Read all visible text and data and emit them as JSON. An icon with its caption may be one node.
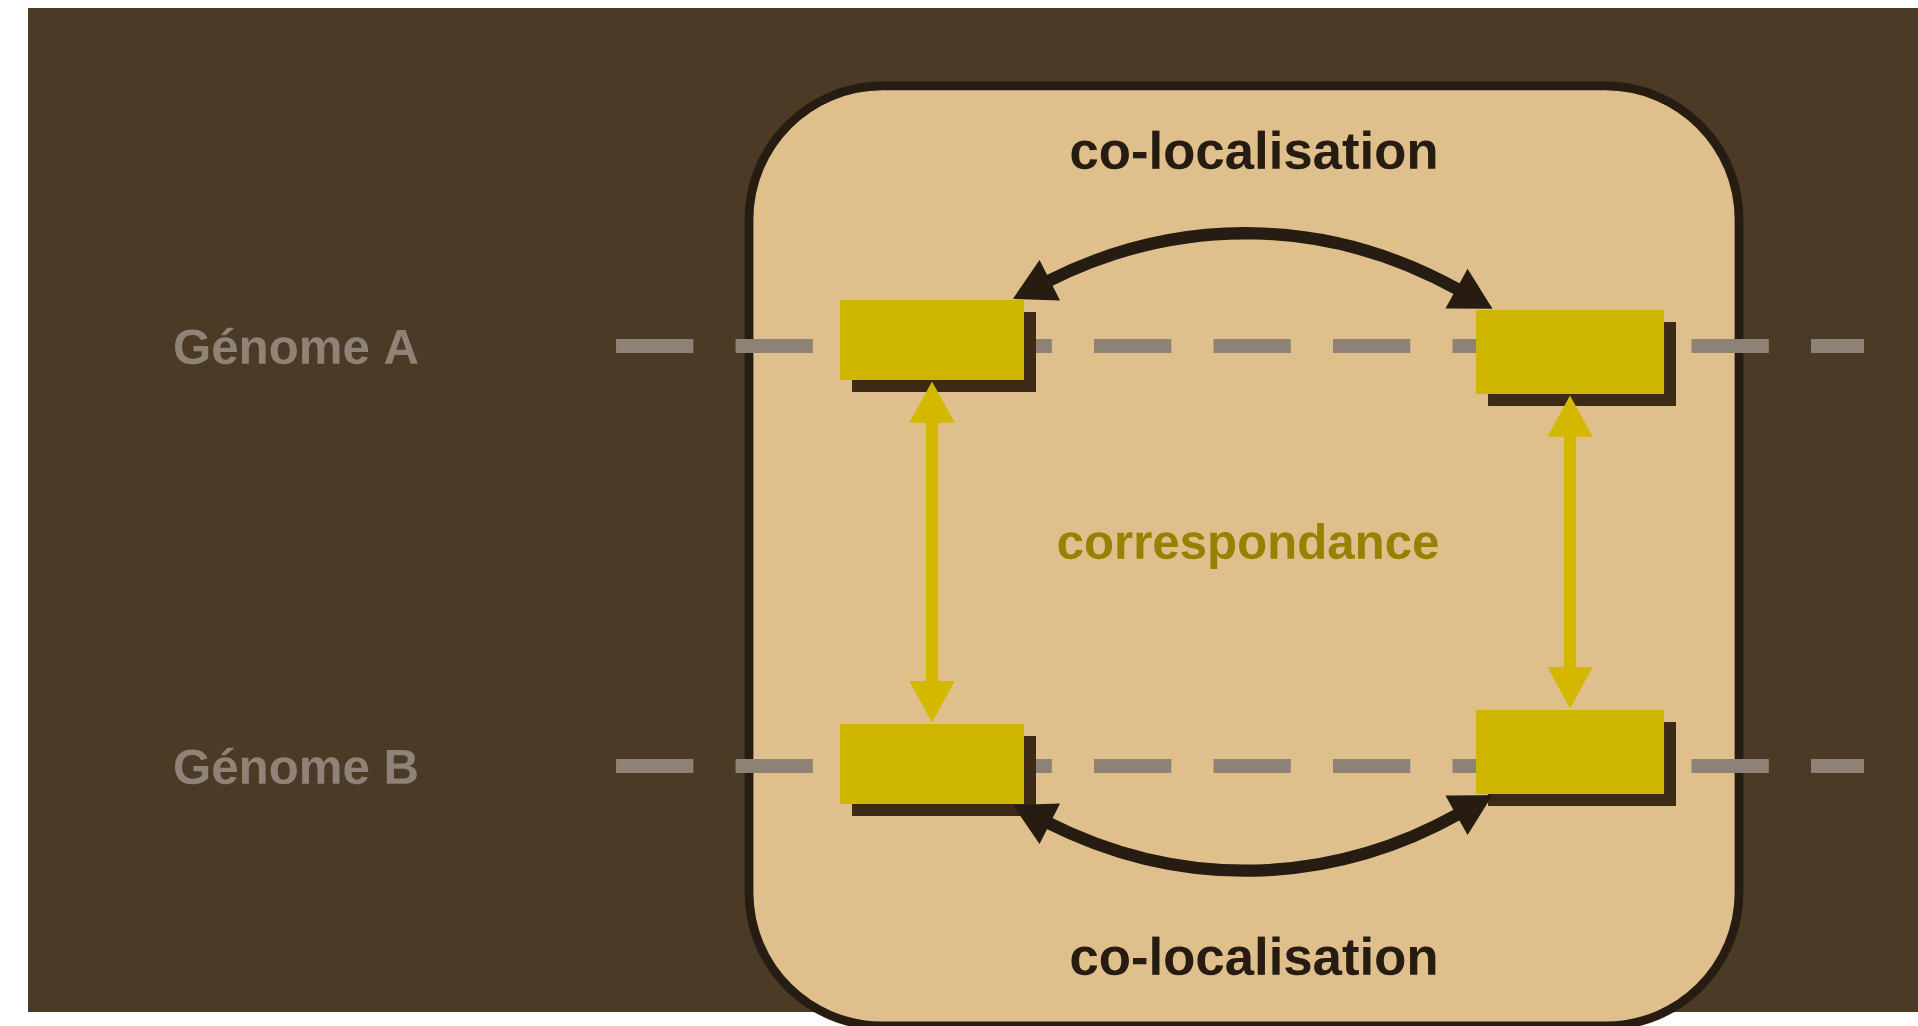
{
  "diagram": {
    "nodes": [
      {
        "text": [],
        "shape": "box"
      },
      {
        "text": [],
        "shape": "box",
        "in": 0
      },
      {
        "text": [],
        "shape": "box",
        "in": 0
      },
      {
        "text": [],
        "shape": "box",
        "in": 0
      },
      {
        "text": [],
        "shape": "box",
        "in": 0
      }
    ],
    "edges": [
      {
        "from": 1,
        "to": 2,
        "arrow": "both",
        "label": "co-localisation"
      },
      {
        "from": 3,
        "to": 4,
        "arrow": "both",
        "label": "co-localisation"
      },
      {
        "from": 1,
        "to": 3,
        "arrow": "both",
        "color": "#d4b800"
      },
      {
        "from": 2,
        "to": 4,
        "arrow": "both",
        "color": "#d4b800"
      }
    ],
    "labels": [
      "Génome A",
      "correspondance",
      "Génome B"
    ]
  }
}
